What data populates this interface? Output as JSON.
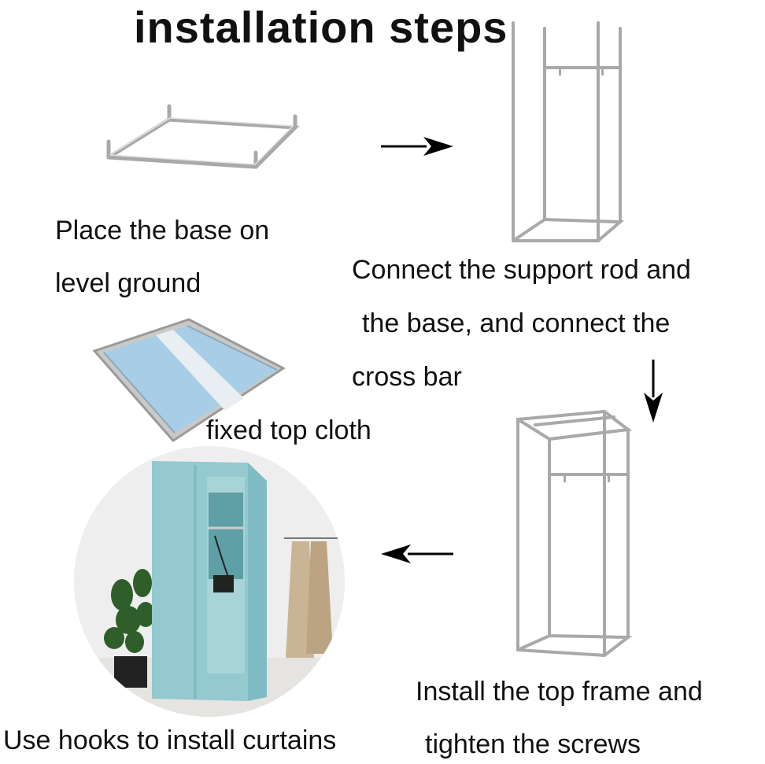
{
  "title": "installation steps",
  "steps": [
    {
      "line1": "Place the base on",
      "line2": "level ground"
    },
    {
      "line1": "Connect the support rod and",
      "line2": "the base, and connect the",
      "line3": "cross bar"
    },
    {
      "line1": "fixed top cloth"
    },
    {
      "line1": "Install the top frame and",
      "line2": "tighten the screws"
    },
    {
      "line1": "Use hooks to install curtains"
    }
  ],
  "colors": {
    "frame": "#a9a9a9",
    "cloth": "#9fc6e0",
    "curtain": "#8fc6cc",
    "text": "#111111"
  }
}
